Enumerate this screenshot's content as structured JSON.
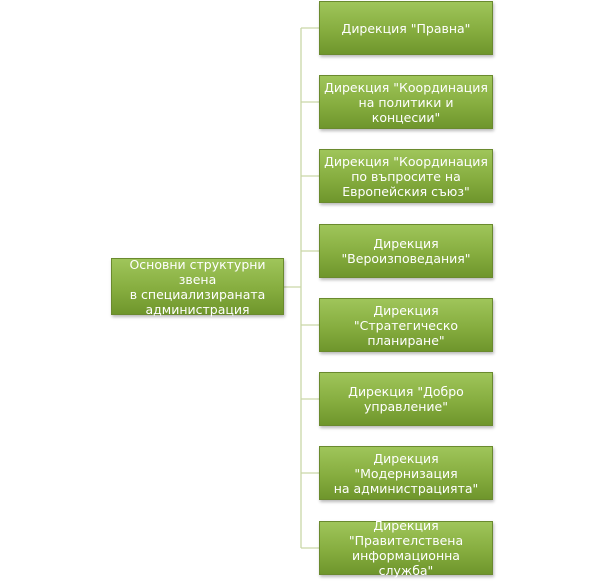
{
  "diagram": {
    "root": {
      "label": "Основни структурни звена\nв специализираната\nадминистрация"
    },
    "children": [
      {
        "label": "Дирекция \"Правна\""
      },
      {
        "label": "Дирекция \"Координация\nна политики и концесии\""
      },
      {
        "label": "Дирекция \"Координация\nпо въпросите на\nЕвропейския съюз\""
      },
      {
        "label": "Дирекция\n\"Вероизповедания\""
      },
      {
        "label": "Дирекция \"Стратегическо\nпланиране\""
      },
      {
        "label": "Дирекция \"Добро\nуправление\""
      },
      {
        "label": "Дирекция \"Модернизация\nна администрацията\""
      },
      {
        "label": "Дирекция\n\"Правителствена\nинформационна служба\""
      }
    ],
    "colors": {
      "box_fill": "#86ad3f",
      "box_border": "#6a8a2e",
      "box_text": "#ffffff",
      "connector": "#c9d7a8"
    }
  }
}
